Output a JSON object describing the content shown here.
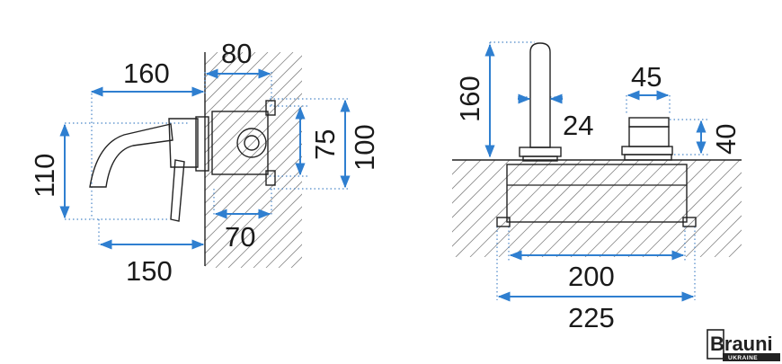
{
  "dimensions": {
    "side_view": {
      "top_width_a": "160",
      "top_width_b": "80",
      "height_left": "110",
      "height_mid": "75",
      "height_right": "100",
      "bottom_mid": "70",
      "bottom_width": "150"
    },
    "front_view": {
      "spout_height": "160",
      "handle_width": "45",
      "spout_width": "24",
      "handle_height": "40",
      "body_width": "200",
      "overall_width": "225"
    }
  },
  "logo": {
    "brand": "Brauni",
    "subtitle": "UKRAINE"
  },
  "colors": {
    "dimension_arrow": "#2f7fd0",
    "guide_line": "#4a86c8",
    "outline": "#222222",
    "hatch": "#888888"
  }
}
